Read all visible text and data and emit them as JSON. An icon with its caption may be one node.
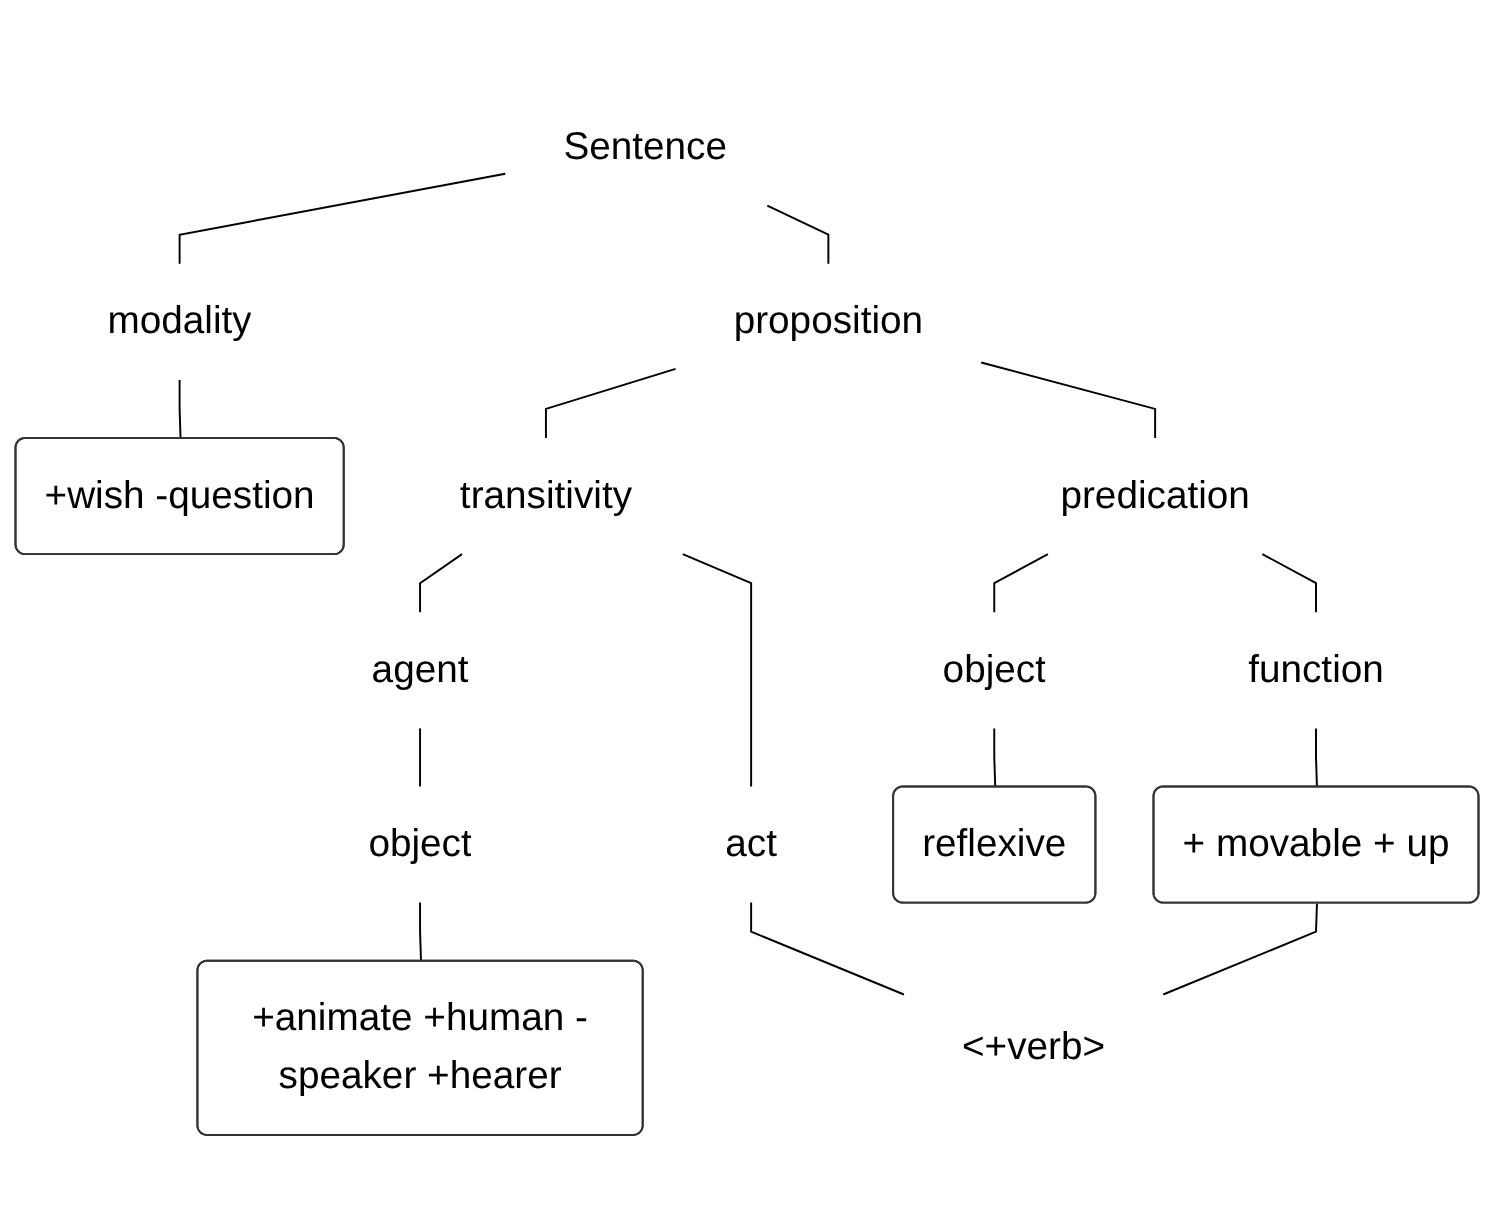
{
  "diagram": {
    "nodes": [
      {
        "text": [
          "Sentence"
        ]
      },
      {
        "text": [
          "modality"
        ]
      },
      {
        "text": [
          "proposition"
        ]
      },
      {
        "text": [
          "+wish -question"
        ]
      },
      {
        "text": [
          "transitivity"
        ]
      },
      {
        "text": [
          "predication"
        ]
      },
      {
        "text": [
          "agent"
        ]
      },
      {
        "text": [
          "act"
        ]
      },
      {
        "text": [
          "function"
        ]
      },
      {
        "text": [
          "object"
        ]
      },
      {
        "text": [
          "+ movable + up"
        ]
      },
      {
        "text": [
          "reflexive"
        ]
      },
      {
        "text": [
          "object"
        ]
      },
      {
        "text": [
          "+animate +human -speaker +hearer"
        ]
      },
      {
        "text": [
          "<+verb>"
        ]
      }
    ],
    "edges": [
      {
        "from": 0,
        "to": 1,
        "arrow": "none"
      },
      {
        "from": 0,
        "to": 2,
        "arrow": "none"
      },
      {
        "from": 1,
        "to": 3,
        "arrow": "none"
      },
      {
        "from": 2,
        "to": 4,
        "arrow": "none"
      },
      {
        "from": 2,
        "to": 5,
        "arrow": "none"
      },
      {
        "from": 4,
        "to": 6,
        "arrow": "none"
      },
      {
        "from": 4,
        "to": 7,
        "arrow": "none"
      },
      {
        "from": 5,
        "to": 8,
        "arrow": "none"
      },
      {
        "from": 5,
        "to": 9,
        "arrow": "none"
      },
      {
        "from": 6,
        "to": 12,
        "arrow": "none"
      },
      {
        "from": 8,
        "to": 10,
        "arrow": "none"
      },
      {
        "from": 9,
        "to": 11,
        "arrow": "none"
      },
      {
        "from": 12,
        "to": 13,
        "arrow": "none"
      },
      {
        "from": 7,
        "to": 14,
        "arrow": "none"
      },
      {
        "from": 10,
        "to": 14,
        "arrow": "none"
      }
    ]
  }
}
